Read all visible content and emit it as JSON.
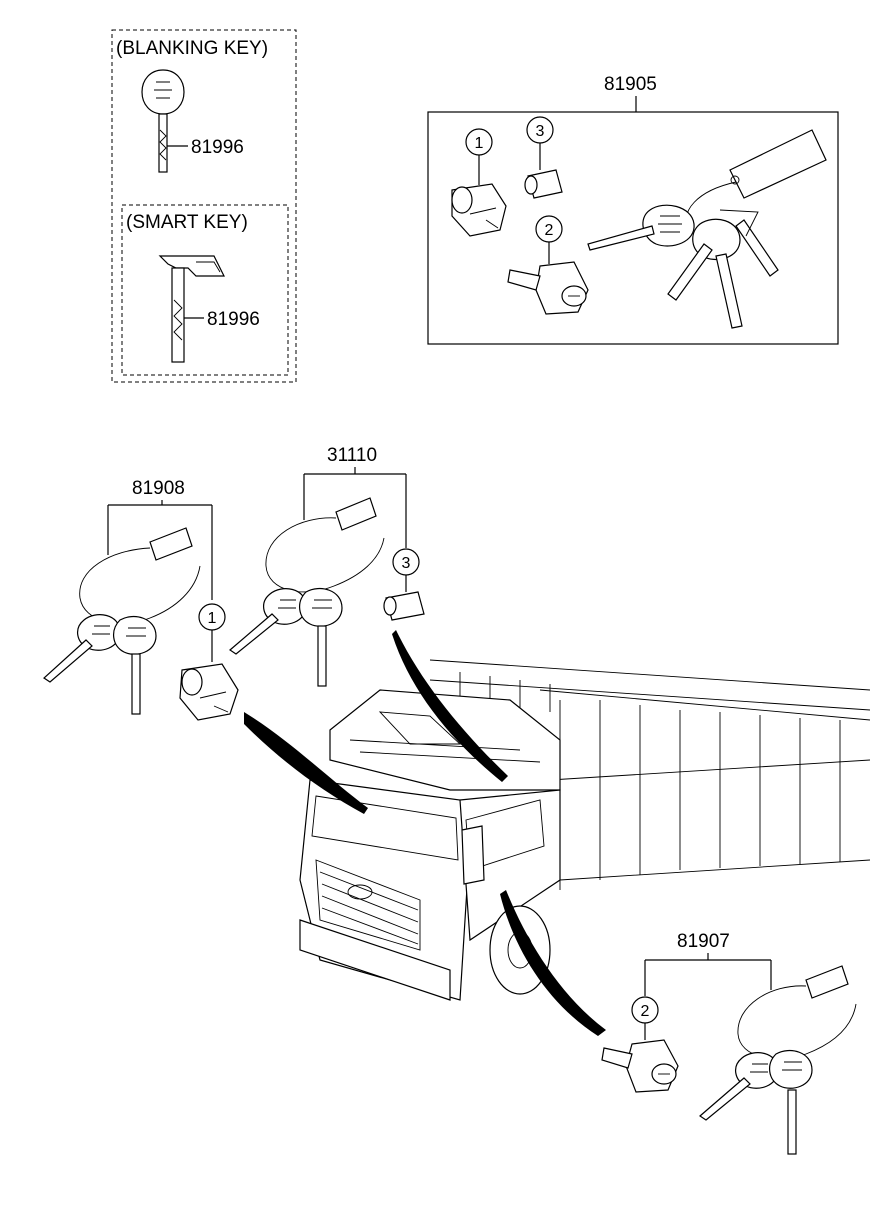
{
  "labels": {
    "blanking_key_heading": "(BLANKING KEY)",
    "smart_key_heading": "(SMART KEY)",
    "blanking_key_part": "81996",
    "smart_key_part": "81996",
    "kit_81905": "81905",
    "kit_81908": "81908",
    "kit_31110": "31110",
    "kit_81907": "81907"
  },
  "callouts": {
    "c1": "1",
    "c2": "2",
    "c3": "3"
  }
}
